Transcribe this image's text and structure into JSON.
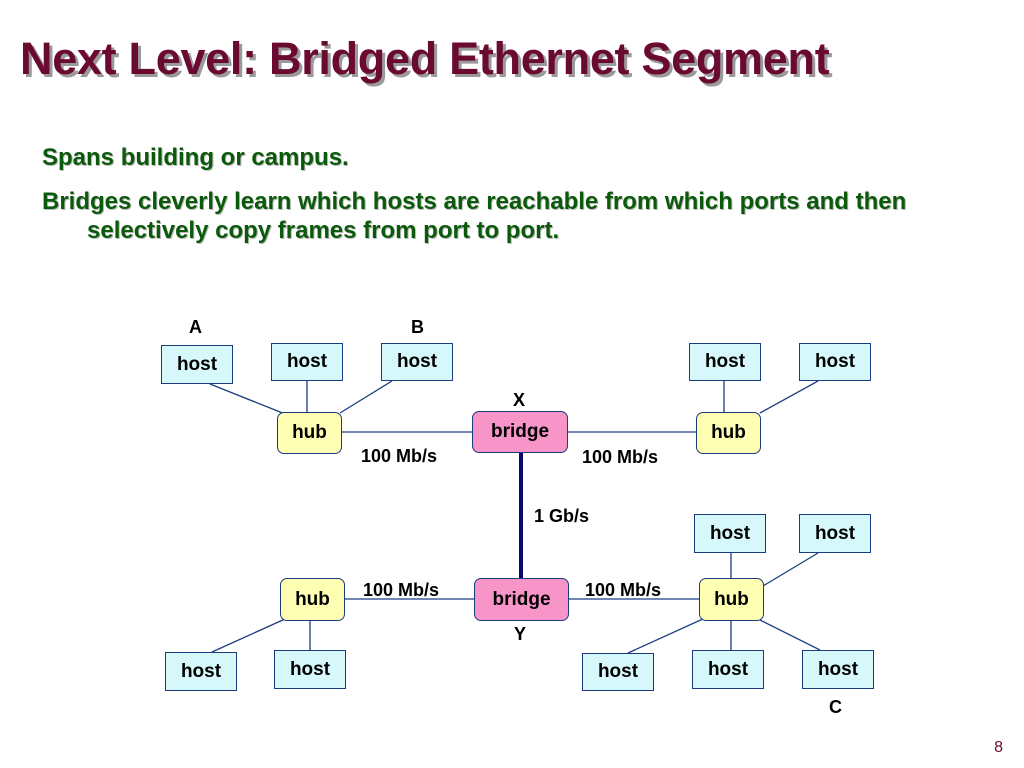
{
  "slide": {
    "title": "Next Level: Bridged Ethernet Segment",
    "bullets": [
      "Spans building or campus.",
      "Bridges cleverly learn which hosts are reachable from which ports and then selectively copy frames from port to port."
    ],
    "page_number": "8"
  },
  "diagram": {
    "host_label": "host",
    "hub_label": "hub",
    "bridge_label": "bridge",
    "host_letters": {
      "a": "A",
      "b": "B",
      "c": "C"
    },
    "bridge_letters": {
      "x": "X",
      "y": "Y"
    },
    "links": {
      "hub_left_to_bridge_x": "100 Mb/s",
      "bridge_x_to_hub_right": "100 Mb/s",
      "bridge_x_to_bridge_y": "1 Gb/s",
      "hub_lower_left_to_bridge_y": "100 Mb/s",
      "bridge_y_to_hub_lower_right": "100 Mb/s"
    },
    "colors": {
      "host_fill": "#d6f8fb",
      "hub_fill": "#ffffb3",
      "bridge_fill": "#f794c8",
      "node_border": "#1b3d80",
      "backbone": "#0a0a6e",
      "title": "#6b0a30",
      "bullet_text": "#0b5a0b"
    }
  }
}
